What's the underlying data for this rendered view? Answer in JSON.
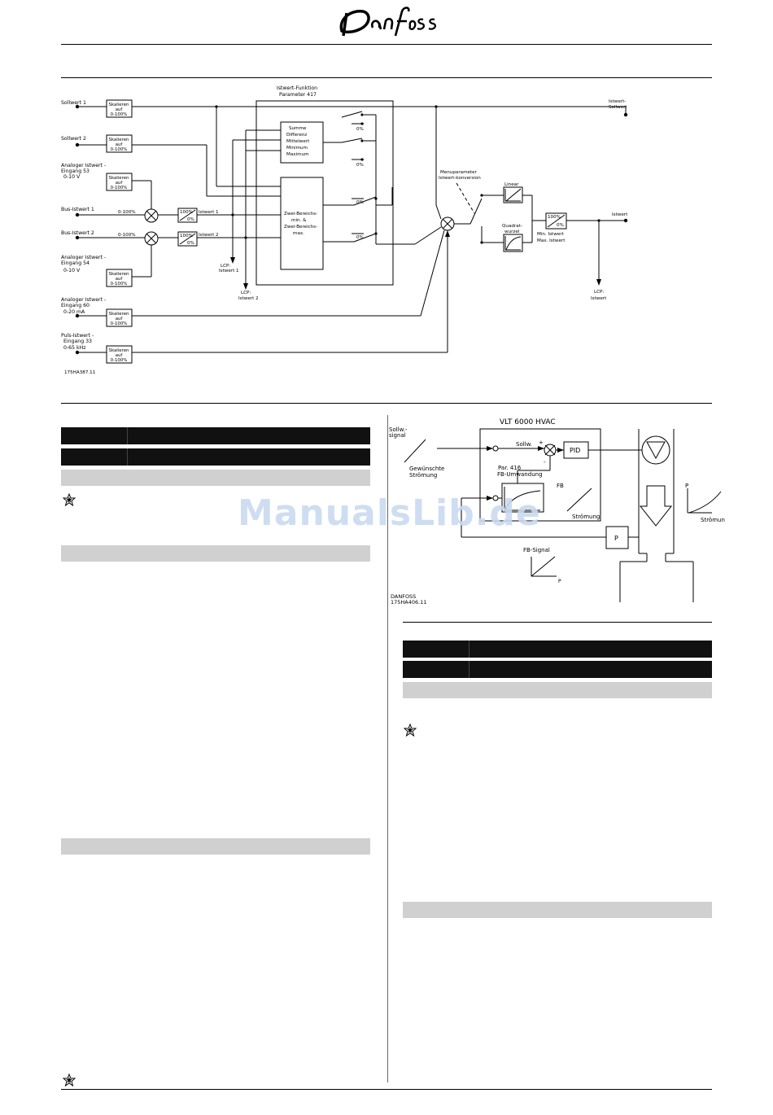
{
  "header": {
    "brand": "Danfoss"
  },
  "watermark": "ManualsLib.de",
  "diagram1": {
    "title_line1": "Istwert-Funktion",
    "title_line2": "Parameter 417",
    "inputs": {
      "sollwert1": "Sollwert  1",
      "sollwert2": "Sollwert  2",
      "analog53_l1": "Analoger Istwert -",
      "analog53_l2": "Eingang 53",
      "analog53_l3": "0-10  V",
      "bus1": "Bus-Istwert  1",
      "bus2": "Bus-Istwert  2",
      "analog54_l1": "Analoger Istwert -",
      "analog54_l2": "Eingang 54",
      "analog54_l3": "0-10  V",
      "analog60_l1": "Analoger Istwert -",
      "analog60_l2": "Eingang 60",
      "analog60_l3": "0-20  mA",
      "puls33_l1": "Puls-Istwert  -",
      "puls33_l2": "Eingang 33",
      "puls33_l3": "0-65  kHz"
    },
    "scale_l1": "Skalieren",
    "scale_l2": "auf",
    "scale_l3": "0-100%",
    "range": "0-100%",
    "limiter_top": "100%",
    "limiter_bot": "0%",
    "istwert1": "Istwert  1",
    "istwert2": "Istwert  2",
    "lcp1_l1": "LCP:",
    "lcp1_l2": "Istwert  1",
    "lcp2_l1": "LCP:",
    "lcp2_l2": "Istwert  2",
    "func_l1": "Summe",
    "func_l2": "Differenz",
    "func_l3": "Mittelwert",
    "func_l4": "Minimum",
    "func_l5": "Maximum",
    "zone_l1": "Zwei-Bereichs-",
    "zone_l2": "min.  &",
    "zone_l3": "Zwei-Bereichs-",
    "zone_l4": "max.",
    "zero_pct": "0%",
    "out_sp_l1": "Istwert-",
    "out_sp_l2": "Sollwert",
    "menu_l1": "Menuparameter",
    "menu_l2": "Istwert-konversion",
    "linear": "Linear",
    "sqrt_l1": "Quadrat-",
    "sqrt_l2": "wurzel",
    "min_ist": "Min.  Istwert",
    "max_ist": "Max.  Istwert",
    "istwert_out": "Istwert",
    "lcp3_l1": "LCP:",
    "lcp3_l2": "Istwert",
    "code": "175HA387.11"
  },
  "diagram2": {
    "title": "VLT  6000  HVAC",
    "sollw_signal_l1": "Sollw.-",
    "sollw_signal_l2": "signal",
    "gewuenscht_l1": "Gewünschte",
    "gewuenscht_l2": "Strömung",
    "sollw": "Sollw.",
    "plus": "+",
    "minus": "-",
    "pid": "PID",
    "par_l1": "Par.  416",
    "par_l2": "FB-Umwandung",
    "fb": "FB",
    "stroemung_inner": "Strömung",
    "p_axis": "P",
    "stroemung_outer": "Strömun",
    "p_box": "P",
    "fb_signal": "FB-Signal",
    "fb_p": "P",
    "code_l1": "DANFOSS",
    "code_l2": "175HA406.11"
  }
}
